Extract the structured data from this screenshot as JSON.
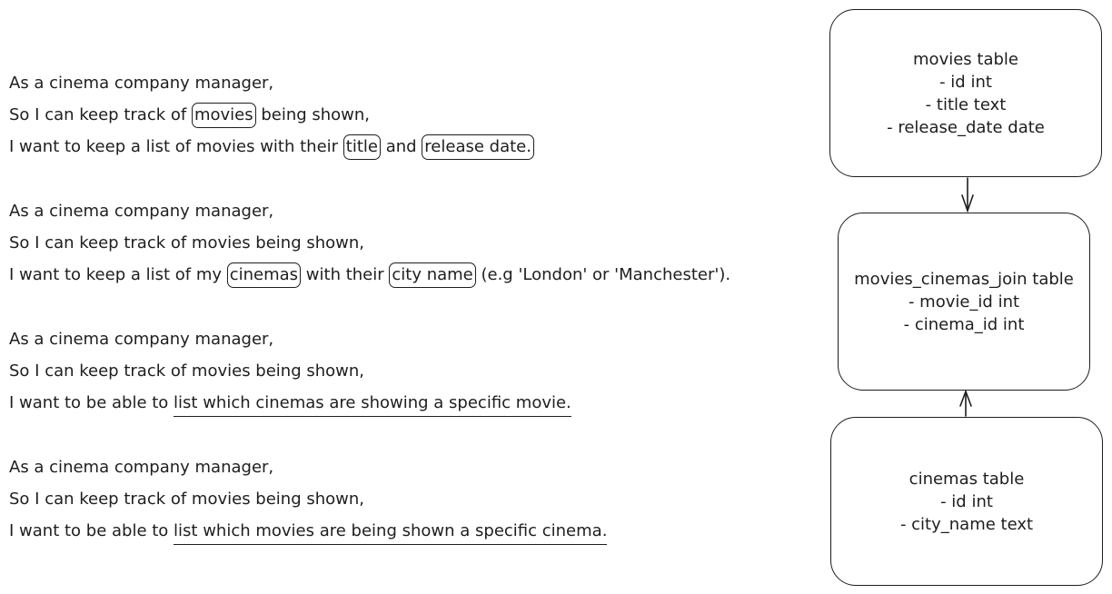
{
  "stories": [
    {
      "line1": "As a cinema company manager,",
      "line2": "So I can keep track of movies being shown,",
      "line3": {
        "prefix": "So I can keep track of ",
        "boxed_movies": "movies",
        "suffix": " being shown,",
        "want_prefix": "I want to keep a list of movies with their ",
        "boxed_title": "title",
        "and": " and ",
        "boxed_release": "release date."
      }
    },
    {
      "line1": "As a cinema company manager,",
      "line2": "So I can keep track of movies being shown,",
      "want_prefix": "I want to keep a list of my ",
      "boxed_cinemas": "cinemas",
      "with_their": " with their ",
      "boxed_city": "city name",
      "suffix": " (e.g 'London' or 'Manchester')."
    },
    {
      "line1": "As a cinema company manager,",
      "line2": "So I can keep track of movies being shown,",
      "want_prefix": "I want to be able to ",
      "underlined": "list which cinemas are showing a specific movie."
    },
    {
      "line1": "As a cinema company manager,",
      "line2": "So I can keep track of movies being shown,",
      "want_prefix": "I want to be able to ",
      "underlined": "list which movies are being shown a specific cinema."
    }
  ],
  "tables": {
    "movies": {
      "title": "movies table",
      "fields": [
        "- id int",
        "- title text",
        "- release_date date"
      ]
    },
    "join": {
      "title": "movies_cinemas_join table",
      "fields": [
        "- movie_id int",
        "- cinema_id int"
      ]
    },
    "cinemas": {
      "title": "cinemas table",
      "fields": [
        "- id int",
        "- city_name text"
      ]
    }
  }
}
